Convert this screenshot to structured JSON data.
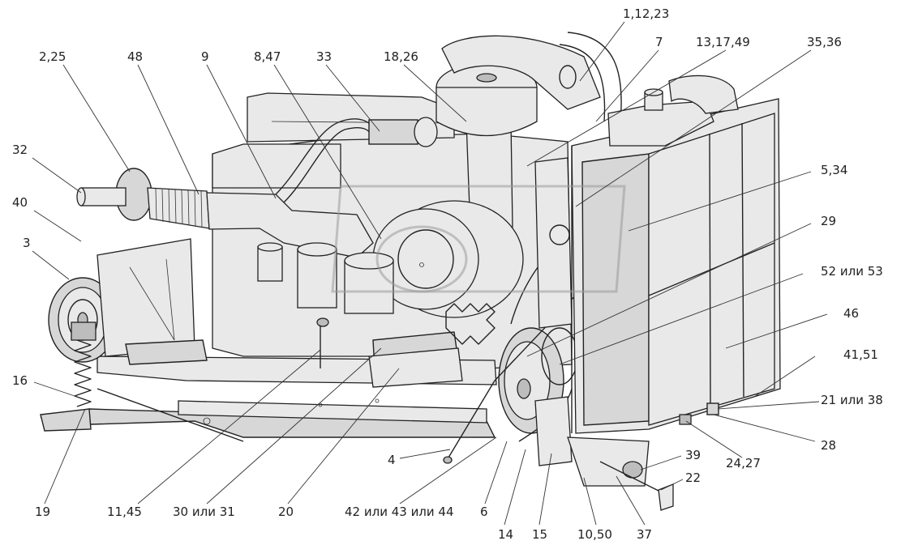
{
  "labels": [
    {
      "id": "lbl-1-12-23",
      "text": "1,12,23"
    },
    {
      "id": "lbl-7",
      "text": "7"
    },
    {
      "id": "lbl-13-17-49",
      "text": "13,17,49"
    },
    {
      "id": "lbl-35-36",
      "text": "35,36"
    },
    {
      "id": "lbl-2-25",
      "text": "2,25"
    },
    {
      "id": "lbl-48",
      "text": "48"
    },
    {
      "id": "lbl-9",
      "text": "9"
    },
    {
      "id": "lbl-8-47",
      "text": "8,47"
    },
    {
      "id": "lbl-33",
      "text": "33"
    },
    {
      "id": "lbl-18-26",
      "text": "18,26"
    },
    {
      "id": "lbl-32",
      "text": "32"
    },
    {
      "id": "lbl-40",
      "text": "40"
    },
    {
      "id": "lbl-3",
      "text": "3"
    },
    {
      "id": "lbl-5-34",
      "text": "5,34"
    },
    {
      "id": "lbl-29",
      "text": "29"
    },
    {
      "id": "lbl-52-53",
      "text": "52 или 53"
    },
    {
      "id": "lbl-46",
      "text": "46"
    },
    {
      "id": "lbl-41-51",
      "text": "41,51"
    },
    {
      "id": "lbl-21-38",
      "text": "21 или 38"
    },
    {
      "id": "lbl-28",
      "text": "28"
    },
    {
      "id": "lbl-24-27",
      "text": "24,27"
    },
    {
      "id": "lbl-39",
      "text": "39"
    },
    {
      "id": "lbl-22",
      "text": "22"
    },
    {
      "id": "lbl-16",
      "text": "16"
    },
    {
      "id": "lbl-4",
      "text": "4"
    },
    {
      "id": "lbl-19",
      "text": "19"
    },
    {
      "id": "lbl-11-45",
      "text": "11,45"
    },
    {
      "id": "lbl-30-31",
      "text": "30 или 31"
    },
    {
      "id": "lbl-20",
      "text": "20"
    },
    {
      "id": "lbl-42-43-44",
      "text": "42 или 43 или 44"
    },
    {
      "id": "lbl-6",
      "text": "6"
    },
    {
      "id": "lbl-14",
      "text": "14"
    },
    {
      "id": "lbl-15",
      "text": "15"
    },
    {
      "id": "lbl-10-50",
      "text": "10,50"
    },
    {
      "id": "lbl-37",
      "text": "37"
    }
  ]
}
